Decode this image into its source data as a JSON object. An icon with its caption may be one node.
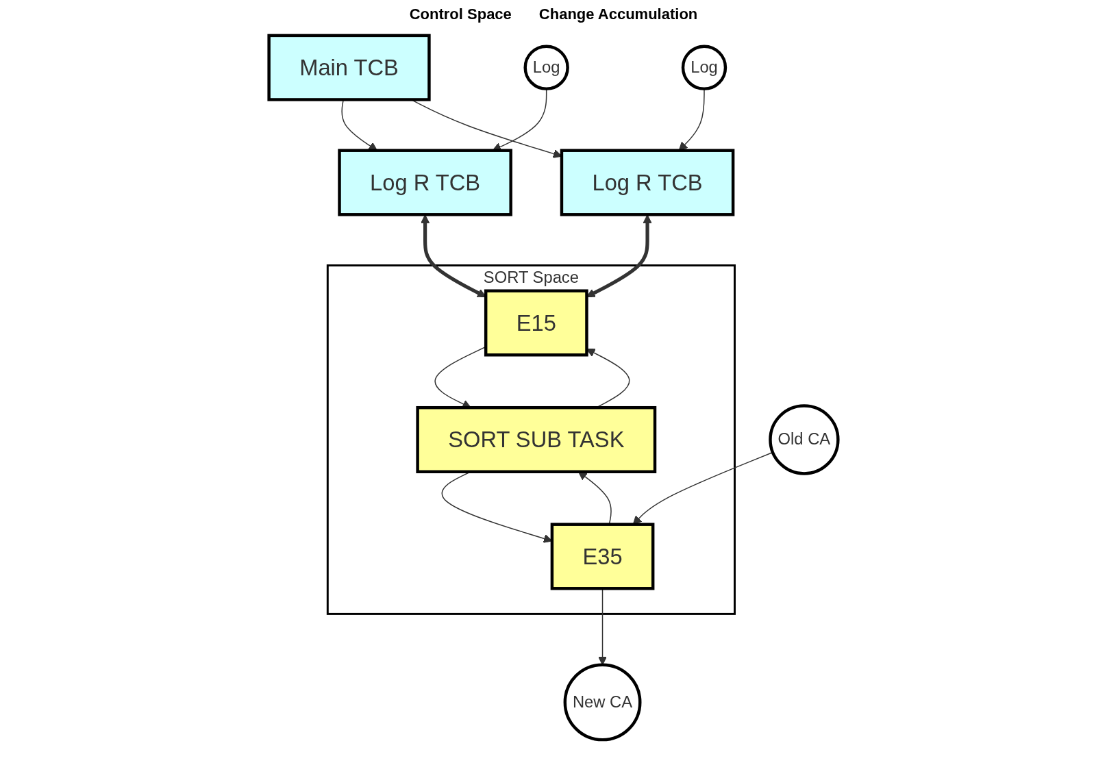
{
  "diagram": {
    "nodes": [
      {
        "text": [
          "Main TCB"
        ]
      },
      {
        "text": [
          "Log R TCB"
        ]
      },
      {
        "text": [
          "Log"
        ]
      },
      {
        "text": [
          "Log R TCB"
        ]
      },
      {
        "text": [
          "Log"
        ]
      },
      {
        "text": [
          "SORT Space"
        ]
      },
      {
        "text": [
          "SORT SUB TASK"
        ],
        "in": 5
      },
      {
        "text": [
          "E15"
        ],
        "in": 5
      },
      {
        "text": [
          "E35"
        ],
        "in": 5
      },
      {
        "text": [
          "Old CA"
        ]
      },
      {
        "text": [
          "New CA"
        ]
      }
    ],
    "edges": [
      {
        "from": 0,
        "to": 1,
        "arrow": "to"
      },
      {
        "from": 0,
        "to": 3,
        "arrow": "to"
      },
      {
        "from": 2,
        "to": 1,
        "arrow": "to"
      },
      {
        "from": 4,
        "to": 3,
        "arrow": "to"
      },
      {
        "from": 1,
        "to": 7,
        "arrow": "both",
        "style": "thick"
      },
      {
        "from": 3,
        "to": 7,
        "arrow": "both",
        "style": "thick"
      },
      {
        "from": 6,
        "to": 7,
        "arrow": "to"
      },
      {
        "from": 7,
        "to": 6,
        "arrow": "to"
      },
      {
        "from": 6,
        "to": 8,
        "arrow": "to"
      },
      {
        "from": 8,
        "to": 6,
        "arrow": "to"
      },
      {
        "from": 9,
        "to": 8,
        "arrow": "to"
      },
      {
        "from": 8,
        "to": 10,
        "arrow": "to"
      }
    ],
    "labels": [
      "Control Space",
      "Change Accumulation"
    ]
  }
}
